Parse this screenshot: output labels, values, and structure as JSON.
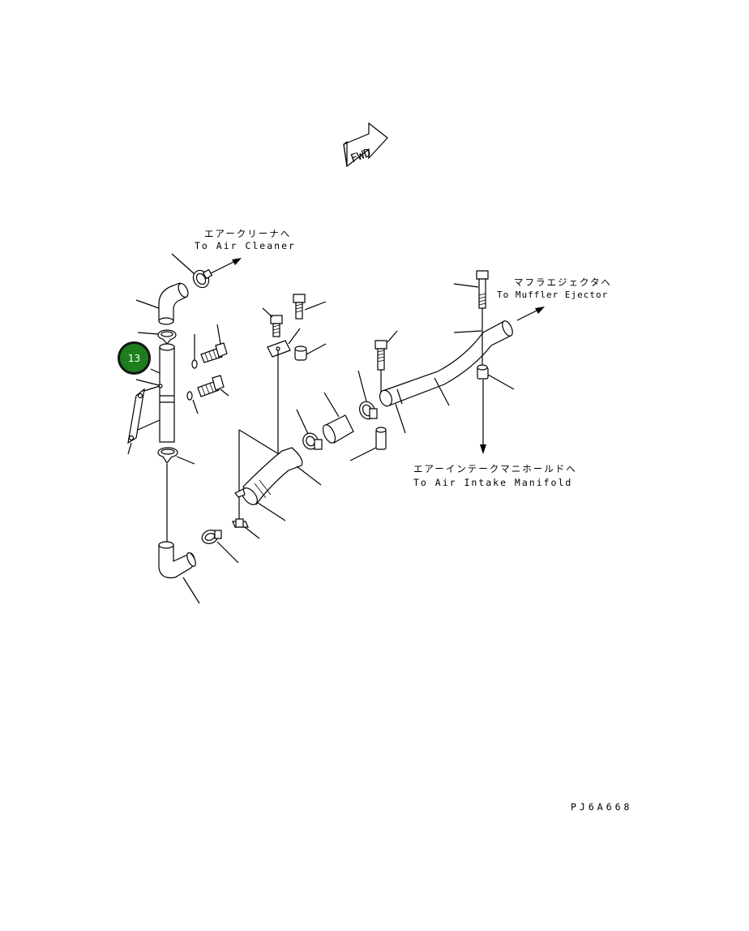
{
  "fwd_label": "FWD",
  "labels": {
    "air_cleaner_jp": "エアークリーナへ",
    "air_cleaner_en": "To Air Cleaner",
    "muffler_jp": "マフラエジェクタへ",
    "muffler_en": "To Muffler Ejector",
    "manifold_jp": "エアーインテークマニホールドへ",
    "manifold_en": "To Air Intake Manifold"
  },
  "callout": {
    "number": "13",
    "color": "#1e7e1e"
  },
  "drawing_code": "PJ6A668"
}
